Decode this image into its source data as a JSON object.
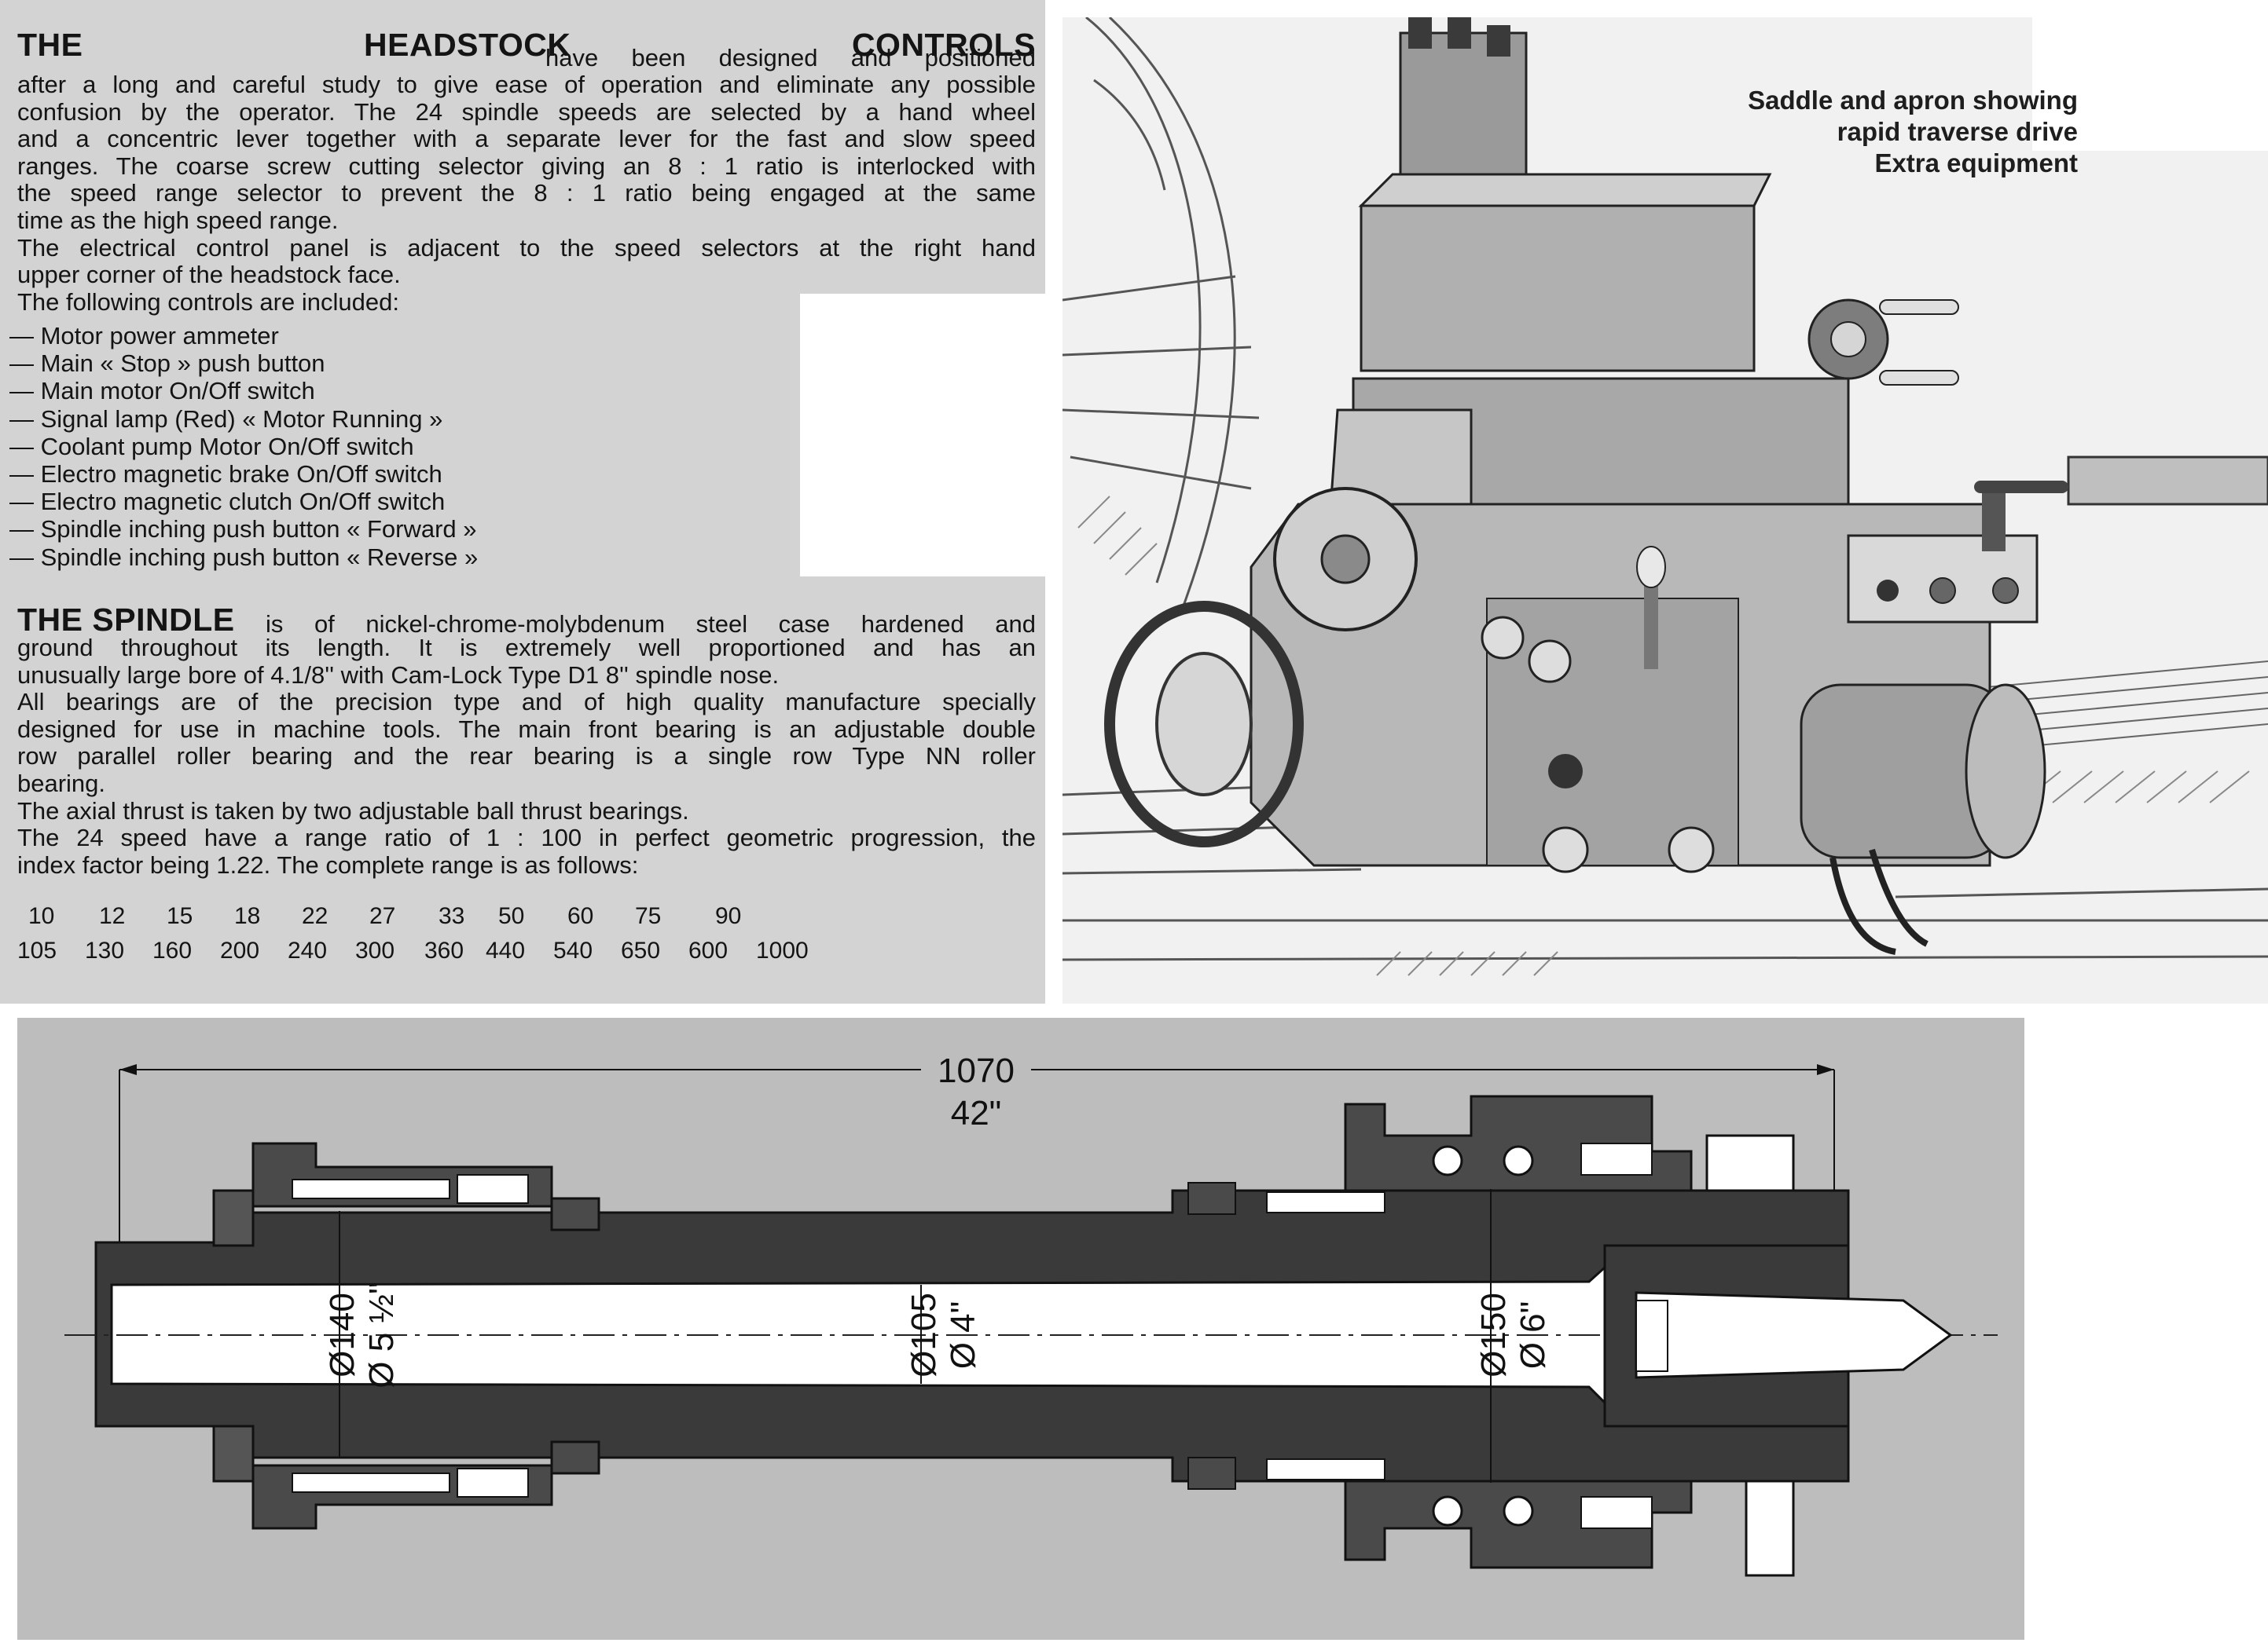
{
  "headstock": {
    "heading": "THE HEADSTOCK CONTROLS",
    "lines": [
      "have been designed and positioned",
      "after a long and careful study to give ease of operation and eliminate any possible",
      "confusion by the operator. The 24 spindle speeds are selected by a hand wheel",
      "and a concentric lever together with a separate lever for the fast and slow speed",
      "ranges. The coarse screw cutting selector giving an 8 : 1 ratio is interlocked with",
      "the speed range selector to prevent the 8 : 1 ratio being engaged at the same",
      "time as the high speed range.",
      "The electrical control panel is adjacent to the speed selectors at the right hand",
      "upper corner of the headstock face.",
      "The following controls are included:"
    ],
    "controls": [
      "— Motor power ammeter",
      "— Main « Stop » push button",
      "— Main motor On/Off switch",
      "— Signal lamp (Red) « Motor Running »",
      "— Coolant pump Motor On/Off switch",
      "— Electro magnetic brake On/Off switch",
      "— Electro magnetic clutch On/Off switch",
      "— Spindle inching push button « Forward »",
      "— Spindle inching push button « Reverse »"
    ]
  },
  "spindle": {
    "heading": "THE SPINDLE",
    "lines": [
      "is of nickel-chrome-molybdenum steel case hardened and",
      "ground throughout its length. It is extremely well proportioned and has an",
      "unusually large bore of 4.1/8'' with Cam-Lock Type D1 8'' spindle nose.",
      "All bearings are of the precision type and of high quality manufacture specially",
      "designed for use in machine tools. The main front bearing is an adjustable double",
      "row parallel roller bearing and the rear bearing is a single row Type NN roller",
      "bearing.",
      "The axial thrust is taken by two adjustable ball thrust bearings.",
      "The 24 speed have a range ratio of 1 : 100 in perfect geometric progression, the",
      "index factor being 1.22. The complete range is as follows:"
    ],
    "speeds_row1": [
      "10",
      "12",
      "15",
      "18",
      "22",
      "27",
      "33",
      "50",
      "60",
      "75",
      "90"
    ],
    "speeds_row2": [
      "105",
      "130",
      "160",
      "200",
      "240",
      "300",
      "360",
      "440",
      "540",
      "650",
      "600",
      "1000"
    ]
  },
  "photo": {
    "caption_lines": [
      "Saddle and apron showing",
      "rapid traverse drive",
      "Extra equipment"
    ]
  },
  "drawing": {
    "overall_length_mm": "1070",
    "overall_length_in": "42\"",
    "dia_left_mm": "Ø140",
    "dia_left_in": "Ø 5 ½\"",
    "dia_mid_mm": "Ø105",
    "dia_mid_in": "Ø 4\"",
    "dia_right_mm": "Ø150",
    "dia_right_in": "Ø 6\""
  }
}
